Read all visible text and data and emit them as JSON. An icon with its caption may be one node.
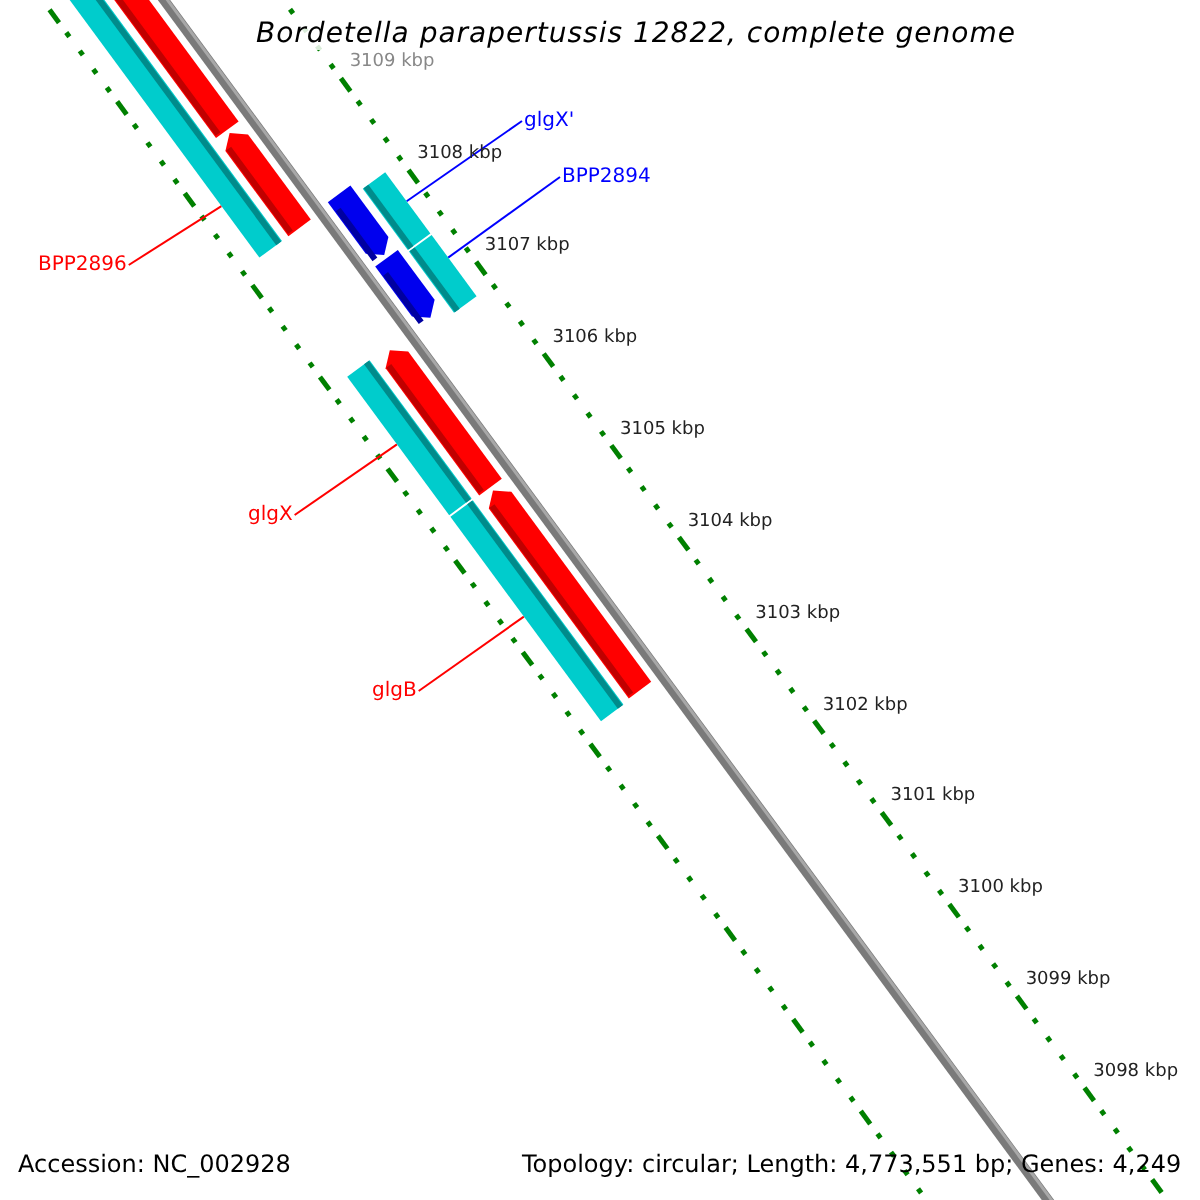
{
  "diagram": {
    "title": "Bordetella parapertussis 12822, complete genome",
    "nodes": [
      {
        "text": [
          "glgX'"
        ]
      },
      {
        "text": [
          "BPP2894"
        ]
      },
      {
        "text": [
          "BPP2896"
        ]
      },
      {
        "text": [
          "glgX"
        ]
      },
      {
        "text": [
          "glgB"
        ]
      },
      {
        "text": [],
        "shape": "bar"
      },
      {
        "text": [],
        "shape": "bar"
      },
      {
        "text": [],
        "shape": "bar"
      },
      {
        "text": [],
        "shape": "bar"
      },
      {
        "text": [],
        "shape": "bar"
      }
    ],
    "edges": [
      {
        "from": 0,
        "to": 6,
        "arrow": "none",
        "color": "#0000ff"
      },
      {
        "from": 1,
        "to": 7,
        "arrow": "none",
        "color": "#0000ff"
      },
      {
        "from": 2,
        "to": 5,
        "arrow": "none"
      },
      {
        "from": 3,
        "to": 8,
        "arrow": "none"
      },
      {
        "from": 4,
        "to": 9,
        "arrow": "none"
      }
    ],
    "labels": [
      "3109 kbp",
      "3108 kbp",
      "3107 kbp",
      "3106 kbp",
      "3105 kbp",
      "3104 kbp",
      "3103 kbp",
      "3102 kbp",
      "3101 kbp",
      "3100 kbp",
      "3099 kbp",
      "3098 kbp",
      "Accession: NC_002928",
      "Topology: circular; Length: 4,773,551 bp; Genes: 4,249"
    ]
  }
}
